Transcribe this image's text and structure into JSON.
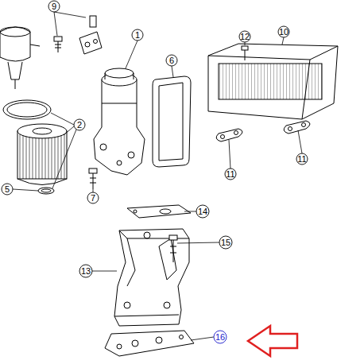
{
  "diagram": {
    "labels": [
      "9",
      "1",
      "6",
      "12",
      "10",
      "2",
      "11",
      "11",
      "7",
      "5",
      "14",
      "15",
      "13",
      "16"
    ]
  }
}
